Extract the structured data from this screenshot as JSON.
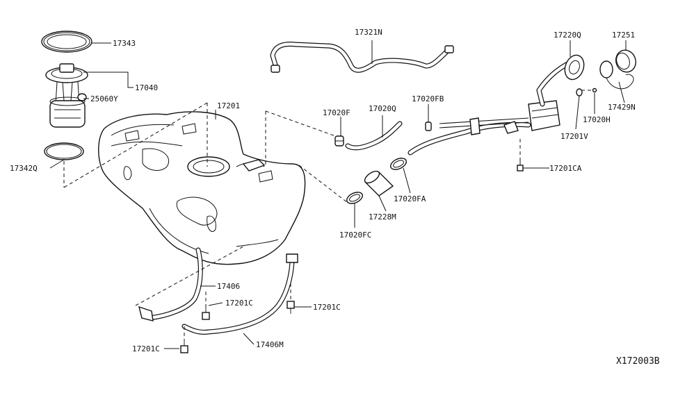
{
  "diagram": {
    "reference_code": "X172003B",
    "labels": {
      "l17343": "17343",
      "l17040": "17040",
      "l25060Y": "25060Y",
      "l17342Q": "17342Q",
      "l17201": "17201",
      "l17321N": "17321N",
      "l17020F": "17020F",
      "l17020Q": "17020Q",
      "l17020FB": "17020FB",
      "l17220Q": "17220Q",
      "l17251": "17251",
      "l17429N": "17429N",
      "l17020H": "17020H",
      "l17201V": "17201V",
      "l17201CA": "17201CA",
      "l17228M": "17228M",
      "l17020FA": "17020FA",
      "l17020FC": "17020FC",
      "l17406": "17406",
      "l17201C_a": "17201C",
      "l17201C_b": "17201C",
      "l17201C_c": "17201C",
      "l17406M": "17406M"
    }
  }
}
